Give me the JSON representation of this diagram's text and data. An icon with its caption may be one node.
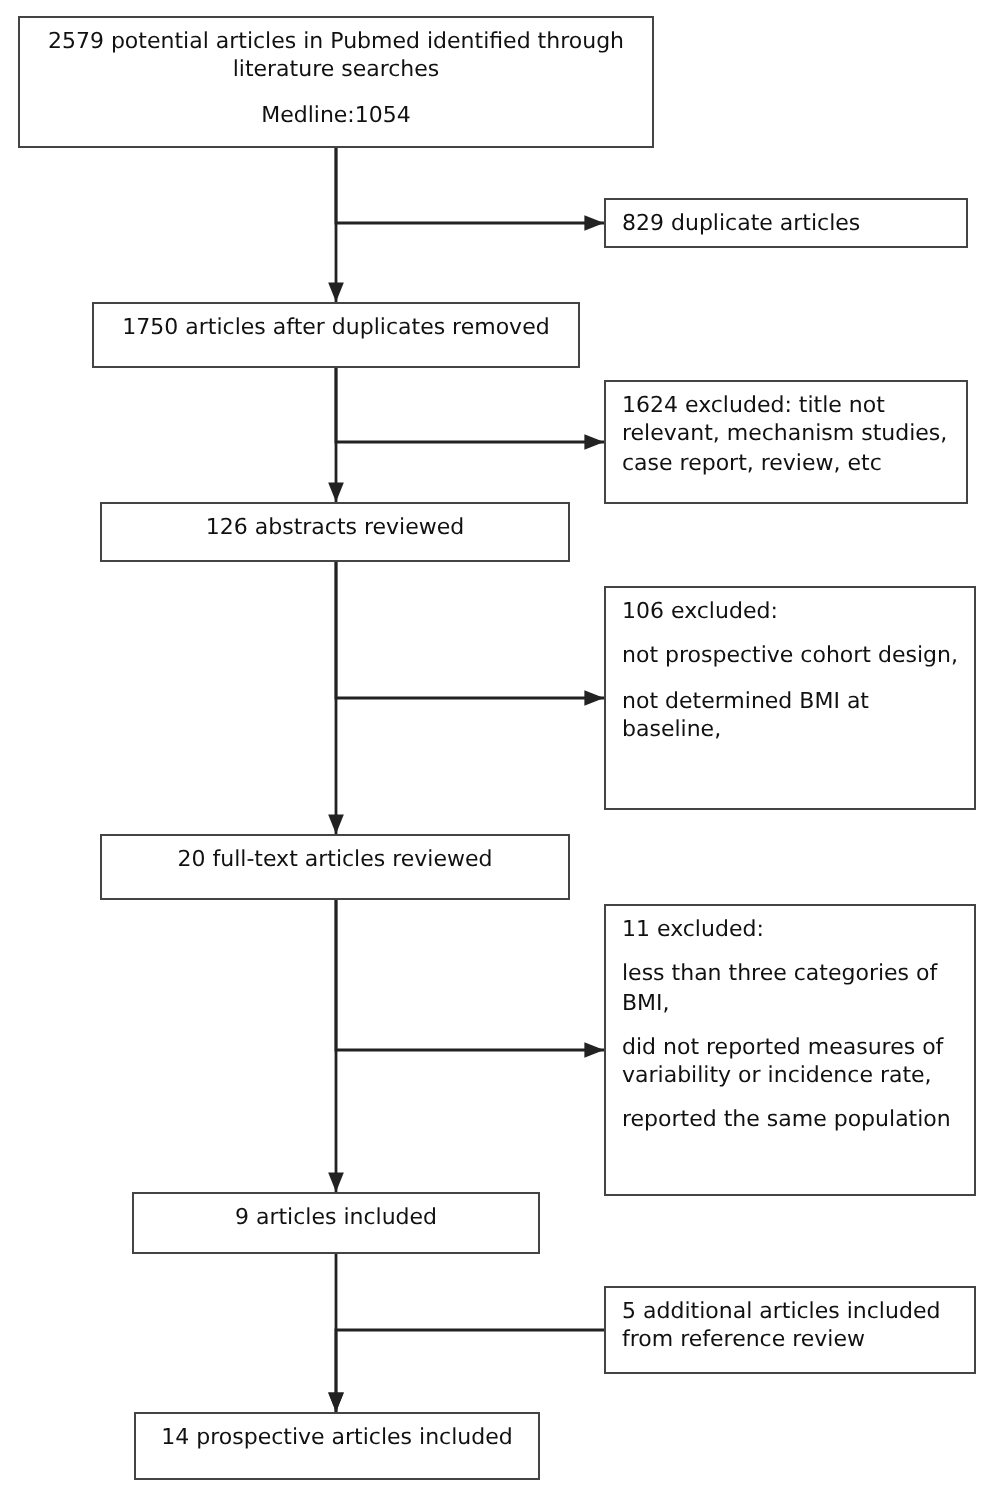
{
  "diagram": {
    "nodes": [
      {
        "text": [
          "2579 potential articles in Pubmed identified through literature searches",
          "Medline:1054"
        ]
      },
      {
        "text": [
          "829 duplicate articles"
        ]
      },
      {
        "text": [
          "1750 articles after duplicates removed"
        ]
      },
      {
        "text": [
          "1624 excluded: title not relevant, mechanism studies, case report, review, etc"
        ]
      },
      {
        "text": [
          "126 abstracts reviewed"
        ]
      },
      {
        "text": [
          "106 excluded:",
          "not prospective cohort design,",
          "not determined BMI at baseline,"
        ]
      },
      {
        "text": [
          "20 full-text articles reviewed"
        ]
      },
      {
        "text": [
          "11 excluded:",
          "less than three categories of BMI,",
          "did not reported measures of variability or incidence rate,",
          "reported the same population"
        ]
      },
      {
        "text": [
          "9 articles included"
        ]
      },
      {
        "text": [
          "5 additional articles included from reference review"
        ]
      },
      {
        "text": [
          "14 prospective articles included"
        ]
      }
    ],
    "edges": [
      {
        "from": 0,
        "to": 1,
        "arrow": "to"
      },
      {
        "from": 0,
        "to": 2,
        "arrow": "to"
      },
      {
        "from": 2,
        "to": 3,
        "arrow": "to"
      },
      {
        "from": 2,
        "to": 4,
        "arrow": "to"
      },
      {
        "from": 4,
        "to": 5,
        "arrow": "to"
      },
      {
        "from": 4,
        "to": 6,
        "arrow": "to"
      },
      {
        "from": 6,
        "to": 7,
        "arrow": "to"
      },
      {
        "from": 6,
        "to": 8,
        "arrow": "to"
      },
      {
        "from": 8,
        "to": 10,
        "arrow": "to"
      },
      {
        "from": 9,
        "to": 10,
        "arrow": "to"
      }
    ]
  }
}
